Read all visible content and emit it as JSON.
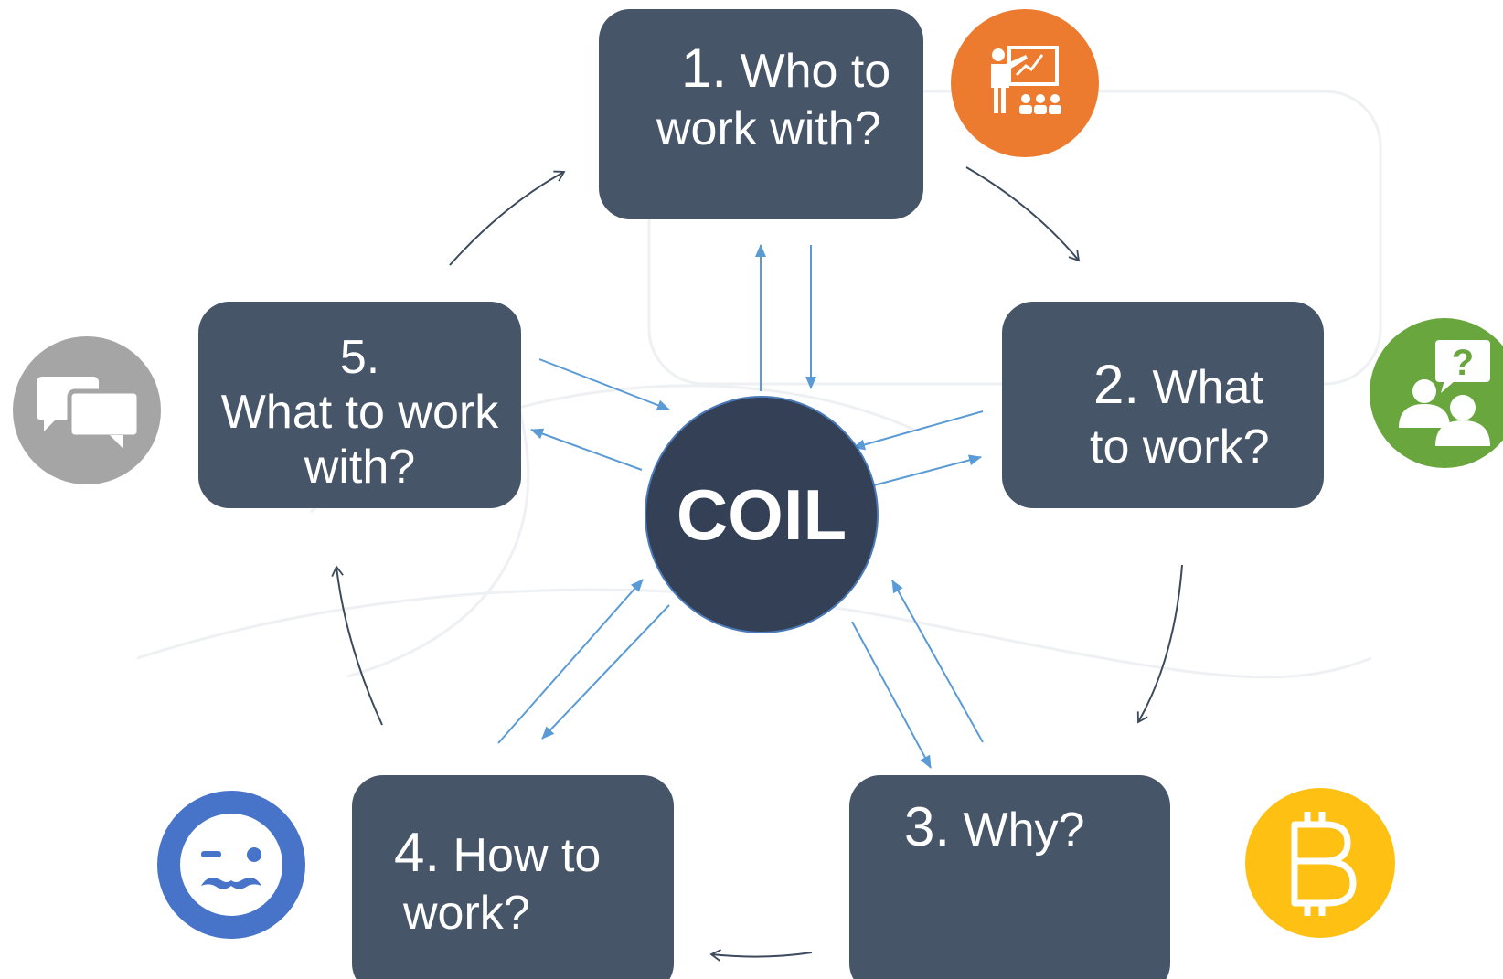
{
  "nodes": {
    "step1": {
      "number": "1.",
      "line1_text": " Who to",
      "line2": "work with?"
    },
    "step2": {
      "number": "2.",
      "line1_text": " What",
      "line2": "to work?"
    },
    "step3": {
      "number": "3.",
      "line1_text": " Why?"
    },
    "step4": {
      "number": "4.",
      "line1_text": " How to",
      "line2": "work?"
    },
    "step5": {
      "line1": "5.",
      "line2": "What to work",
      "line3": "with?"
    },
    "center": {
      "label": "COIL"
    }
  },
  "icons": {
    "step1": "teacher-presentation-icon",
    "step2": "people-question-icon",
    "step3": "bitcoin-icon",
    "step4": "winking-face-mustache-icon",
    "step5": "chat-bubbles-icon"
  },
  "colors": {
    "box": "#475569",
    "center": "#344055",
    "cycle_arrow": "#3d4a5c",
    "spoke_arrow": "#5b9bd5",
    "orange": "#ec7a2f",
    "green": "#6aa63e",
    "yellow": "#fec013",
    "blue": "#4773c9",
    "gray": "#a5a5a5"
  }
}
